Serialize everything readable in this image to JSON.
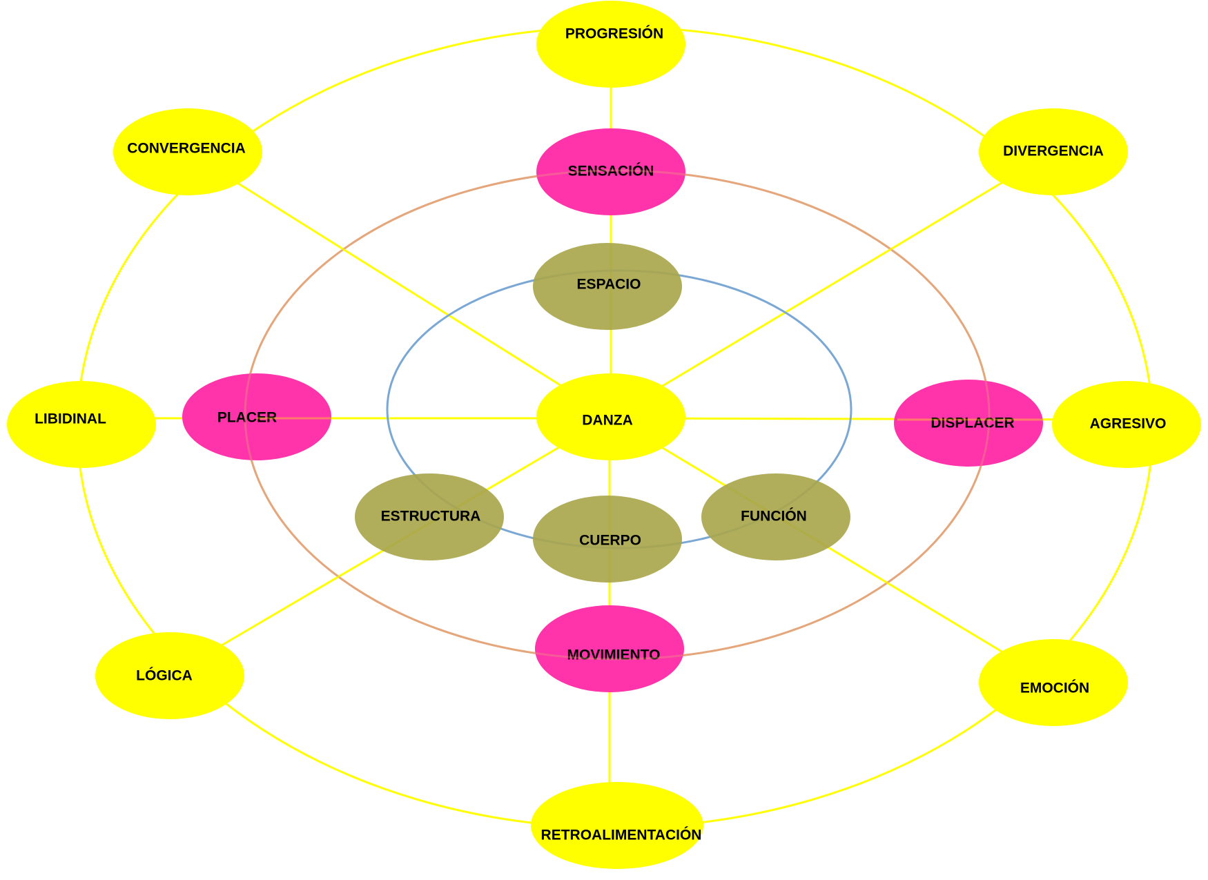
{
  "diagram": {
    "title": "",
    "center": "DANZA",
    "colors": {
      "outer_node": "#ffff00",
      "middle_node": "#ff33aa",
      "inner_node": "#a9a64d",
      "spoke_line": "#ffff00",
      "outer_ring": "#ffff00",
      "middle_ring": "#e4a77a",
      "inner_ring": "#7aa7d4"
    },
    "rings": [
      {
        "id": "outer-ring",
        "label": "outer ring",
        "color_key": "outer_ring"
      },
      {
        "id": "middle-ring",
        "label": "middle ring",
        "color_key": "middle_ring"
      },
      {
        "id": "inner-ring",
        "label": "inner ring",
        "color_key": "inner_ring"
      }
    ],
    "nodes": [
      {
        "id": "progresion",
        "label": "PROGRESIÓN",
        "tier": "outer"
      },
      {
        "id": "convergencia",
        "label": "CONVERGENCIA",
        "tier": "outer"
      },
      {
        "id": "divergencia",
        "label": "DIVERGENCIA",
        "tier": "outer"
      },
      {
        "id": "libidinal",
        "label": "LIBIDINAL",
        "tier": "outer"
      },
      {
        "id": "agresivo",
        "label": "AGRESIVO",
        "tier": "outer"
      },
      {
        "id": "logica",
        "label": "LÓGICA",
        "tier": "outer"
      },
      {
        "id": "emocion",
        "label": "EMOCIÓN",
        "tier": "outer"
      },
      {
        "id": "retroalimentacion",
        "label": "RETROALIMENTACIÓN",
        "tier": "outer"
      },
      {
        "id": "sensacion",
        "label": "SENSACIÓN",
        "tier": "middle"
      },
      {
        "id": "placer",
        "label": "PLACER",
        "tier": "middle"
      },
      {
        "id": "displacer",
        "label": "DISPLACER",
        "tier": "middle"
      },
      {
        "id": "movimiento",
        "label": "MOVIMIENTO",
        "tier": "middle"
      },
      {
        "id": "espacio",
        "label": "ESPACIO",
        "tier": "inner"
      },
      {
        "id": "estructura",
        "label": "ESTRUCTURA",
        "tier": "inner"
      },
      {
        "id": "cuerpo",
        "label": "CUERPO",
        "tier": "inner"
      },
      {
        "id": "funcion",
        "label": "FUNCIÓN",
        "tier": "inner"
      },
      {
        "id": "danza",
        "label": "DANZA",
        "tier": "center"
      }
    ],
    "edges": [
      {
        "from": "danza",
        "to": "progresion"
      },
      {
        "from": "danza",
        "to": "retroalimentacion"
      },
      {
        "from": "danza",
        "to": "libidinal"
      },
      {
        "from": "danza",
        "to": "agresivo"
      },
      {
        "from": "danza",
        "to": "convergencia"
      },
      {
        "from": "danza",
        "to": "divergencia"
      },
      {
        "from": "danza",
        "to": "logica"
      },
      {
        "from": "danza",
        "to": "emocion"
      }
    ]
  }
}
